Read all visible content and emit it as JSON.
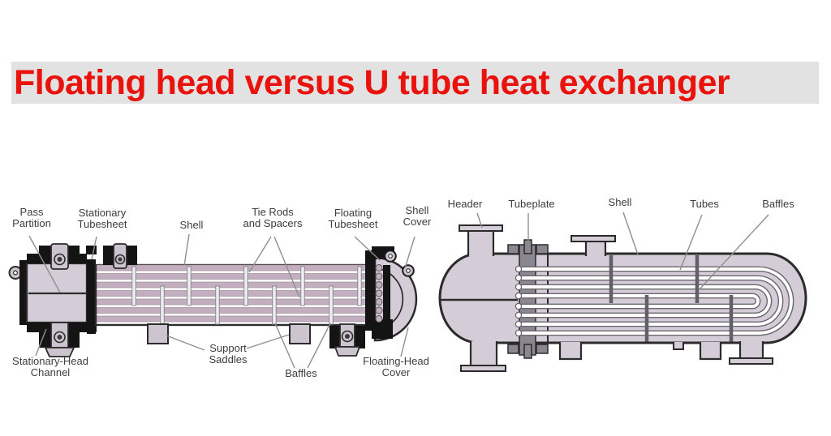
{
  "title": {
    "text": "Floating head versus U tube heat exchanger"
  },
  "colors": {
    "title_text": "#ea120c",
    "title_bg": "#e2e2e2",
    "label_text": "#3d3d3d",
    "outline": "#2b2b2b",
    "black_metal": "#141414",
    "vessel_fill": "#d4ccd7",
    "tube_pink": "#c3aec0",
    "metal_gray": "#8b8791",
    "nozzle_gray": "#ccc5cf",
    "leader_line": "#8f8f8f"
  },
  "left": {
    "labels": {
      "pass_partition": {
        "line1": "Pass",
        "line2": "Partition"
      },
      "stationary_tubesheet": {
        "line1": "Stationary",
        "line2": "Tubesheet"
      },
      "shell": {
        "line1": "Shell"
      },
      "tie_rods": {
        "line1": "Tie Rods",
        "line2": "and Spacers"
      },
      "floating_tubesheet": {
        "line1": "Floating",
        "line2": "Tubesheet"
      },
      "shell_cover": {
        "line1": "Shell",
        "line2": "Cover"
      },
      "stationary_head_channel": {
        "line1": "Stationary-Head",
        "line2": "Channel"
      },
      "support_saddles": {
        "line1": "Support",
        "line2": "Saddles"
      },
      "baffles": {
        "line1": "Baffles"
      },
      "floating_head_cover": {
        "line1": "Floating-Head",
        "line2": "Cover"
      }
    }
  },
  "right": {
    "labels": {
      "header": {
        "line1": "Header"
      },
      "tubeplate": {
        "line1": "Tubeplate"
      },
      "shell": {
        "line1": "Shell"
      },
      "tubes": {
        "line1": "Tubes"
      },
      "baffles": {
        "line1": "Baffles"
      }
    }
  }
}
